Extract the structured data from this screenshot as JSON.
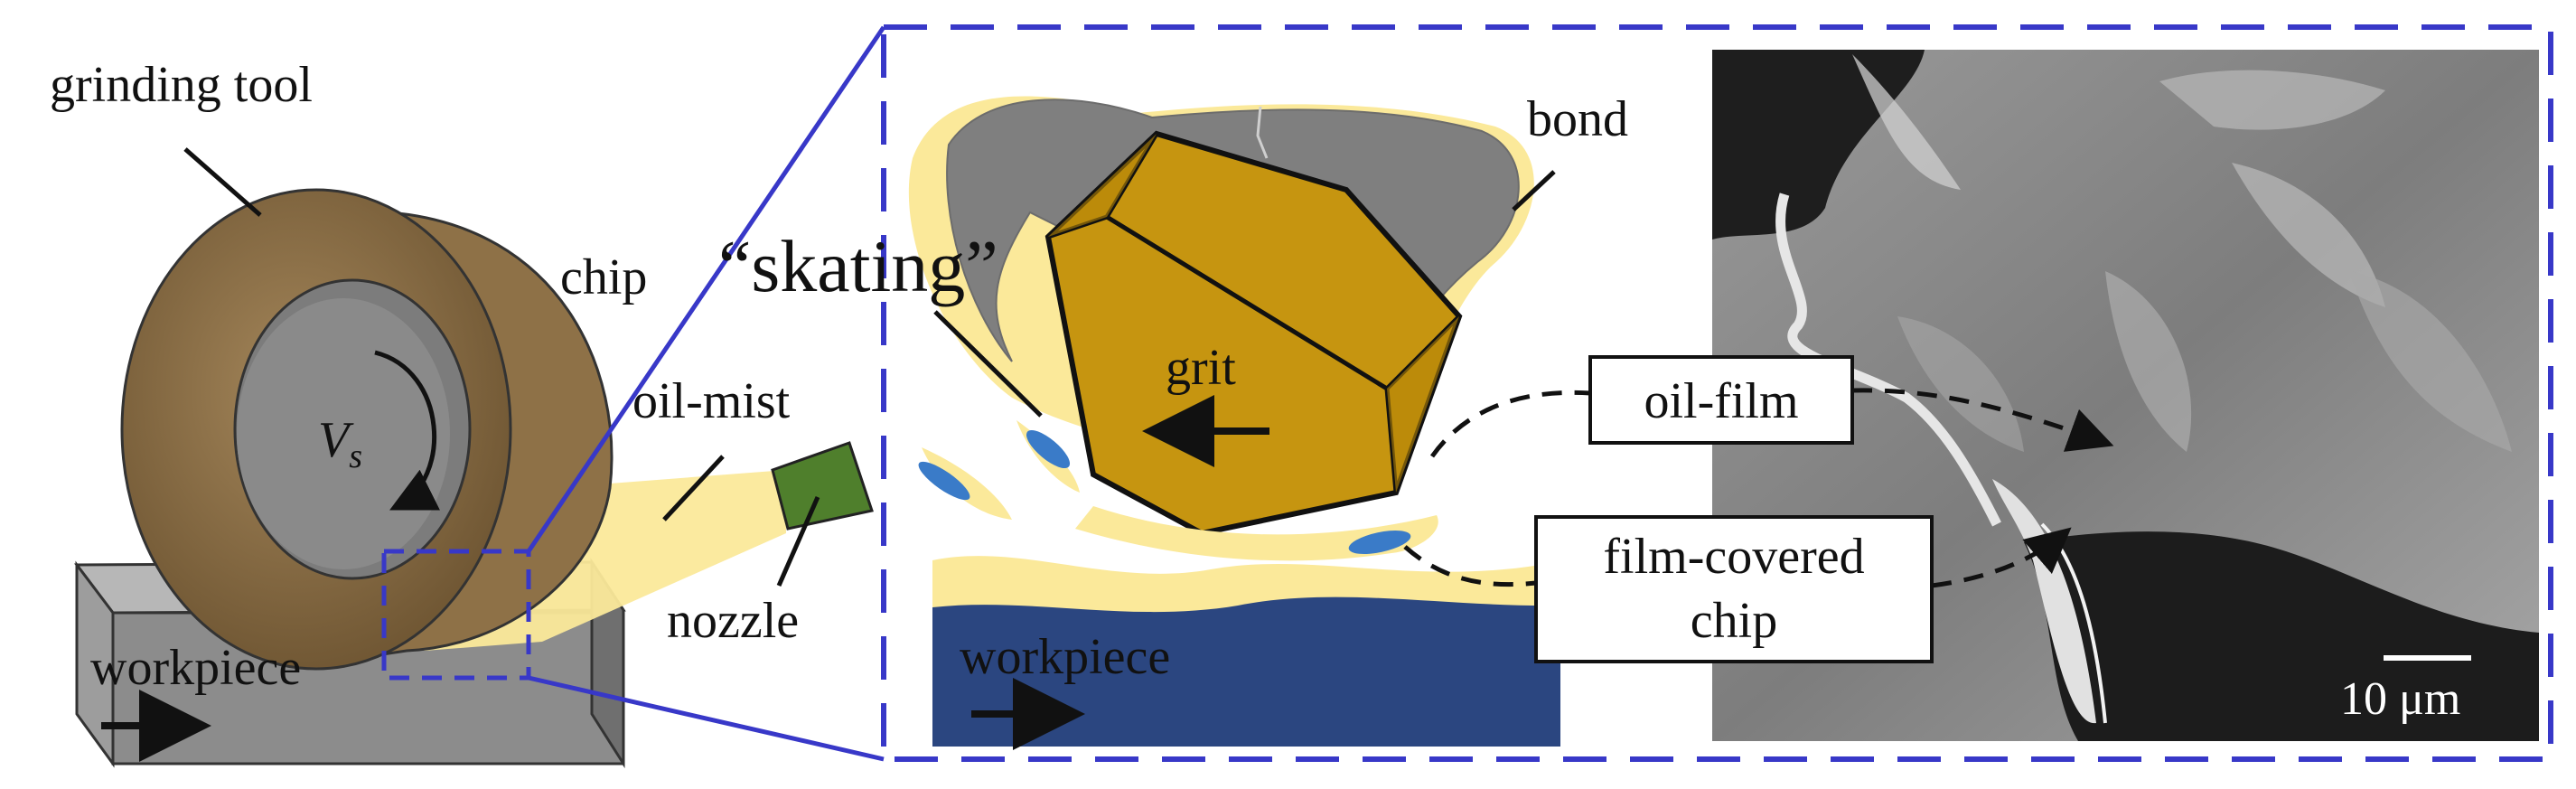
{
  "labels": {
    "grinding_tool": "grinding tool",
    "chip": "chip",
    "oil_mist": "oil-mist",
    "nozzle": "nozzle",
    "workpiece_left": "workpiece",
    "velocity_symbol": "V",
    "velocity_subscript": "s",
    "skating": "“skating”",
    "bond": "bond",
    "grit": "grit",
    "workpiece_zoom": "workpiece",
    "oil_film": "oil-film",
    "film_covered_chip_line1": "film-covered",
    "film_covered_chip_line2": "chip",
    "scale_bar": "10 μm"
  },
  "colors": {
    "wheel": "#9a7c4e",
    "wheel_face": "#8e7147",
    "hub": "#8a8a8a",
    "workpiece_block": "#8c8c8c",
    "workpiece_zoom": "#2b4680",
    "oil": "#fbe99a",
    "oil_drop": "#3a7bc8",
    "nozzle": "#4f7f2c",
    "bond": "#7f7f7f",
    "grit": "#c69510",
    "callout_frame": "#3838c8",
    "sem_bg": "#8d8d8d"
  },
  "icons": {
    "rotation": "counterclockwise-arrow-icon",
    "feed": "right-arrow-icon",
    "grit_motion": "left-arrow-icon"
  }
}
